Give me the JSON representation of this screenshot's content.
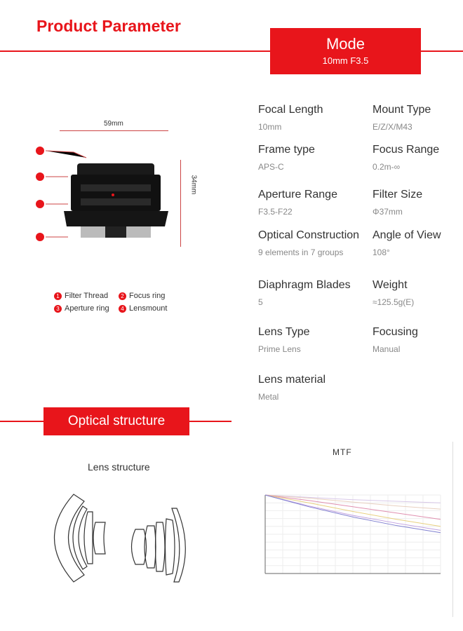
{
  "header": {
    "title": "Product Parameter",
    "mode_title": "Mode",
    "mode_value": "10mm F3.5"
  },
  "lens_image": {
    "width_dim": "59mm",
    "height_dim": "34mm",
    "callouts": [
      "1",
      "2",
      "3",
      "4"
    ],
    "legend": [
      {
        "n": "1",
        "label": "Filter Thread"
      },
      {
        "n": "2",
        "label": "Focus ring"
      },
      {
        "n": "3",
        "label": "Aperture ring"
      },
      {
        "n": "4",
        "label": "Lensmount"
      }
    ]
  },
  "specs": [
    {
      "label": "Focal Length",
      "value": "10mm"
    },
    {
      "label": "Mount Type",
      "value": "E/Z/X/M43"
    },
    {
      "label": "Frame type",
      "value": "APS-C"
    },
    {
      "label": "Focus Range",
      "value": "0.2m-∞"
    },
    {
      "label": "Aperture Range",
      "value": "F3.5-F22"
    },
    {
      "label": "Filter Size",
      "value": "Φ37mm"
    },
    {
      "label": "Optical Construction",
      "value": "9 elements in 7 groups"
    },
    {
      "label": "Angle of View",
      "value": "108°"
    },
    {
      "label": "Diaphragm Blades",
      "value": "5"
    },
    {
      "label": "Weight",
      "value": "≈125.5g(E)"
    },
    {
      "label": "Lens Type",
      "value": "Prime Lens"
    },
    {
      "label": "Focusing",
      "value": "Manual"
    },
    {
      "label": "Lens material",
      "value": "Metal"
    }
  ],
  "optical": {
    "title": "Optical structure",
    "lens_structure_label": "Lens structure"
  },
  "accent": "#e8151b",
  "chart_data": {
    "type": "line",
    "title": "MTF",
    "ylim": [
      0,
      1
    ],
    "grid": true,
    "series": [
      {
        "color": "#d8c8e8",
        "values": [
          1.0,
          0.97,
          0.94,
          0.92,
          0.9
        ]
      },
      {
        "color": "#e8d0c0",
        "values": [
          1.0,
          0.96,
          0.91,
          0.86,
          0.82
        ]
      },
      {
        "color": "#e090b0",
        "values": [
          1.0,
          0.93,
          0.85,
          0.77,
          0.69
        ]
      },
      {
        "color": "#e8d080",
        "values": [
          1.0,
          0.9,
          0.79,
          0.69,
          0.6
        ]
      },
      {
        "color": "#c0a0e0",
        "values": [
          1.0,
          0.86,
          0.74,
          0.64,
          0.55
        ]
      },
      {
        "color": "#8080d0",
        "values": [
          1.0,
          0.85,
          0.72,
          0.61,
          0.52
        ]
      }
    ]
  }
}
